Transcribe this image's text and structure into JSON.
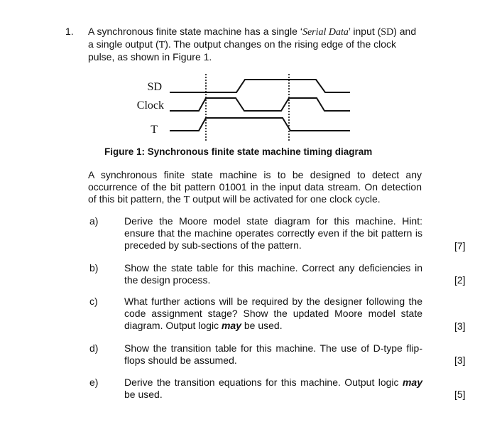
{
  "question": {
    "number": "1.",
    "intro": {
      "t1": "A synchronous finite state machine has a single ‘",
      "t2": "Serial Data",
      "t3": "’ input (",
      "t4": "SD",
      "t5": ") and a single output (",
      "t6": "T",
      "t7": "). The output changes on the rising edge of the clock pulse, as shown in Figure 1."
    },
    "figure": {
      "signals": [
        "SD",
        "Clock",
        "T"
      ],
      "caption": "Figure 1: Synchronous finite state machine timing diagram"
    },
    "description": {
      "t1": "A synchronous finite state machine is to be designed to detect any occurrence of the bit pattern 01001 in the input data stream. On detection of this bit pattern, the ",
      "t2": "T",
      "t3": " output will be activated for one clock cycle."
    },
    "parts": [
      {
        "letter": "a)",
        "text": "Derive the Moore model state diagram for this machine. Hint: ensure that the machine operates correctly even if the bit pattern is preceded by sub-sections of the pattern.",
        "marks": "[7]"
      },
      {
        "letter": "b)",
        "text": "Show the state table for this machine. Correct any deficiencies in the design process.",
        "marks": "[2]"
      },
      {
        "letter": "c)",
        "text_before": "What further actions will be required by the designer following the code assignment stage? Show the updated Moore model state diagram. Output logic ",
        "emphasis": "may",
        "text_after": " be used.",
        "marks": "[3]"
      },
      {
        "letter": "d)",
        "text": "Show the transition table for this machine. The use of D-type flip-flops should be assumed.",
        "marks": "[3]"
      },
      {
        "letter": "e)",
        "text_before": "Derive the transition equations for this machine. Output logic ",
        "emphasis": "may",
        "text_after": " be used.",
        "marks": "[5]"
      }
    ]
  }
}
